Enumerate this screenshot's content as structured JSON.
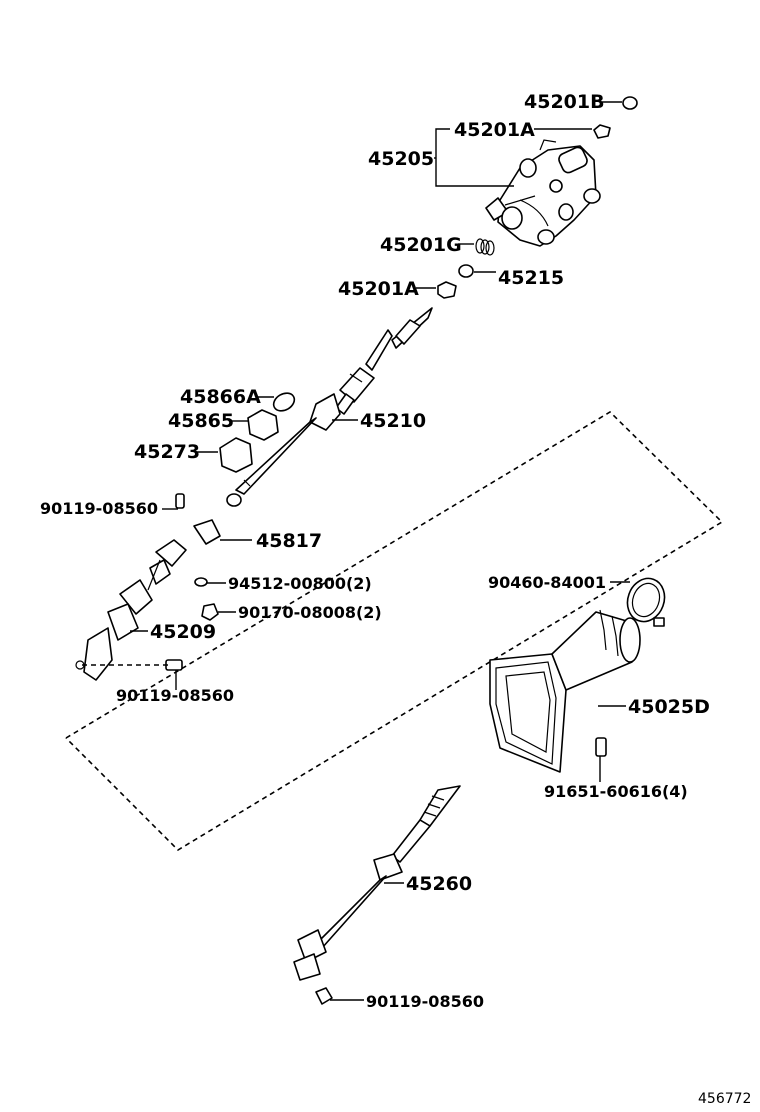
{
  "labels": {
    "p45201B": "45201B",
    "p45201A_top": "45201A",
    "p45205": "45205",
    "p45201G": "45201G",
    "p45215": "45215",
    "p45201A_mid": "45201A",
    "p45866A": "45866A",
    "p45865": "45865",
    "p45210": "45210",
    "p45273": "45273",
    "p90119_top": "90119-08560",
    "p45817": "45817",
    "p94512": "94512-00800(2)",
    "p90170": "90170-08008(2)",
    "p45209": "45209",
    "p90119_mid": "90119-08560",
    "p90460": "90460-84001",
    "p45025D": "45025D",
    "p91651": "91651-60616(4)",
    "p45260": "45260",
    "p90119_bot": "90119-08560",
    "figure_id": "456772"
  }
}
